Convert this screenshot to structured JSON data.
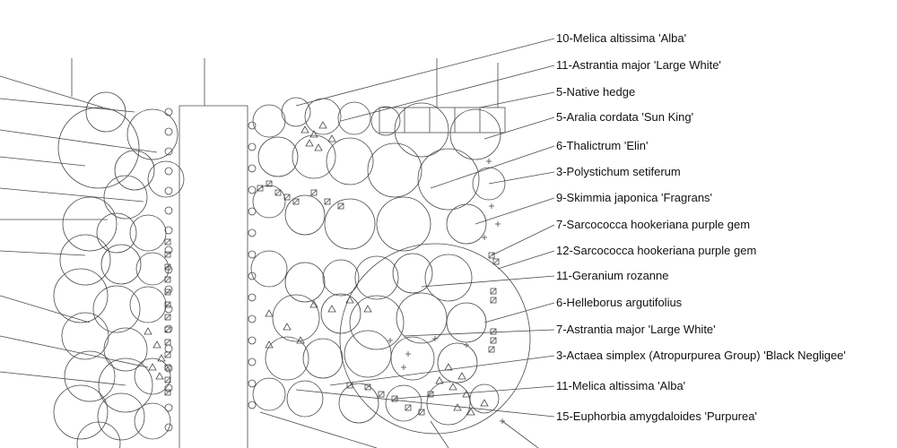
{
  "plant_labels": [
    {
      "text": "10-Melica altissima 'Alba'"
    },
    {
      "text": "11-Astrantia major 'Large White'"
    },
    {
      "text": "5-Native hedge"
    },
    {
      "text": "5-Aralia cordata 'Sun King'"
    },
    {
      "text": "6-Thalictrum 'Elin'"
    },
    {
      "text": "3-Polystichum setiferum"
    },
    {
      "text": "9-Skimmia japonica 'Fragrans'"
    },
    {
      "text": "7-Sarcococca hookeriana purple gem"
    },
    {
      "text": "12-Sarcococca hookeriana purple gem"
    },
    {
      "text": "11-Geranium rozanne"
    },
    {
      "text": "6-Helleborus argutifolius"
    },
    {
      "text": "7-Astrantia major 'Large White'"
    },
    {
      "text": "3-Actaea simplex (Atropurpurea Group) 'Black Negligee'"
    },
    {
      "text": "11-Melica altissima 'Alba'"
    },
    {
      "text": "15-Euphorbia amygdaloides 'Purpurea'"
    }
  ]
}
